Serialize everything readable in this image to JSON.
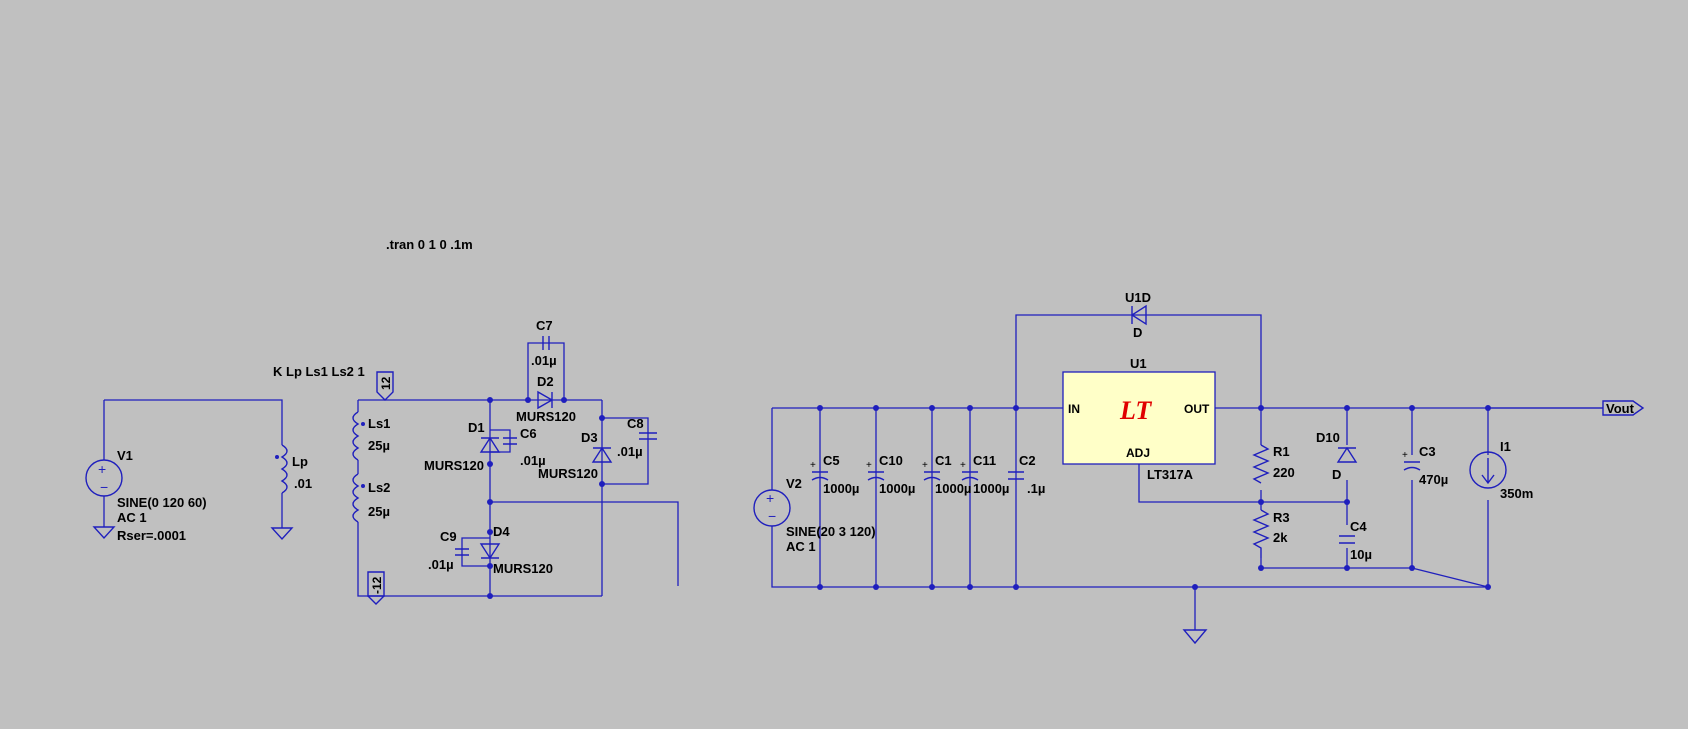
{
  "directive": ".tran 0 1 0 .1m",
  "coupling": "K Lp Ls1 Ls2 1",
  "v1": {
    "name": "V1",
    "spec": "SINE(0 120 60)",
    "ac": "AC 1",
    "rser": "Rser=.0001"
  },
  "lp": {
    "name": "Lp",
    "value": ".01"
  },
  "ls1": {
    "name": "Ls1",
    "value": "25µ"
  },
  "ls2": {
    "name": "Ls2",
    "value": "25µ"
  },
  "label_pos": "12",
  "label_neg": "-12",
  "c7": {
    "name": "C7",
    "value": ".01µ"
  },
  "d2": {
    "name": "D2",
    "model": "MURS120"
  },
  "d1": {
    "name": "D1",
    "model": "MURS120"
  },
  "c6": {
    "name": "C6",
    "value": ".01µ"
  },
  "d3": {
    "name": "D3",
    "model": "MURS120"
  },
  "c8": {
    "name": "C8",
    "value": ".01µ"
  },
  "c9": {
    "name": "C9",
    "value": ".01µ"
  },
  "d4": {
    "name": "D4",
    "model": "MURS120"
  },
  "v2": {
    "name": "V2",
    "spec": "SINE(20 3 120)",
    "ac": "AC 1"
  },
  "c5": {
    "name": "C5",
    "value": "1000µ"
  },
  "c10": {
    "name": "C10",
    "value": "1000µ"
  },
  "c1": {
    "name": "C1",
    "value": "1000µ"
  },
  "c11": {
    "name": "C11",
    "value": "1000µ"
  },
  "c2": {
    "name": "C2",
    "value": ".1µ"
  },
  "u1d": {
    "name": "U1D",
    "model": "D"
  },
  "u1": {
    "name": "U1",
    "in": "IN",
    "out": "OUT",
    "adj": "ADJ",
    "part": "LT317A",
    "logo": "LT"
  },
  "r1": {
    "name": "R1",
    "value": "220"
  },
  "r3": {
    "name": "R3",
    "value": "2k"
  },
  "d10": {
    "name": "D10",
    "model": "D"
  },
  "c4": {
    "name": "C4",
    "value": "10µ"
  },
  "c3": {
    "name": "C3",
    "value": "470µ"
  },
  "i1": {
    "name": "I1",
    "value": "350m"
  },
  "vout": "Vout",
  "colors": {
    "background": "#c0c0c0",
    "wire": "#1f1fbd",
    "chip": "#ffffc8",
    "logo": "#e00000"
  }
}
